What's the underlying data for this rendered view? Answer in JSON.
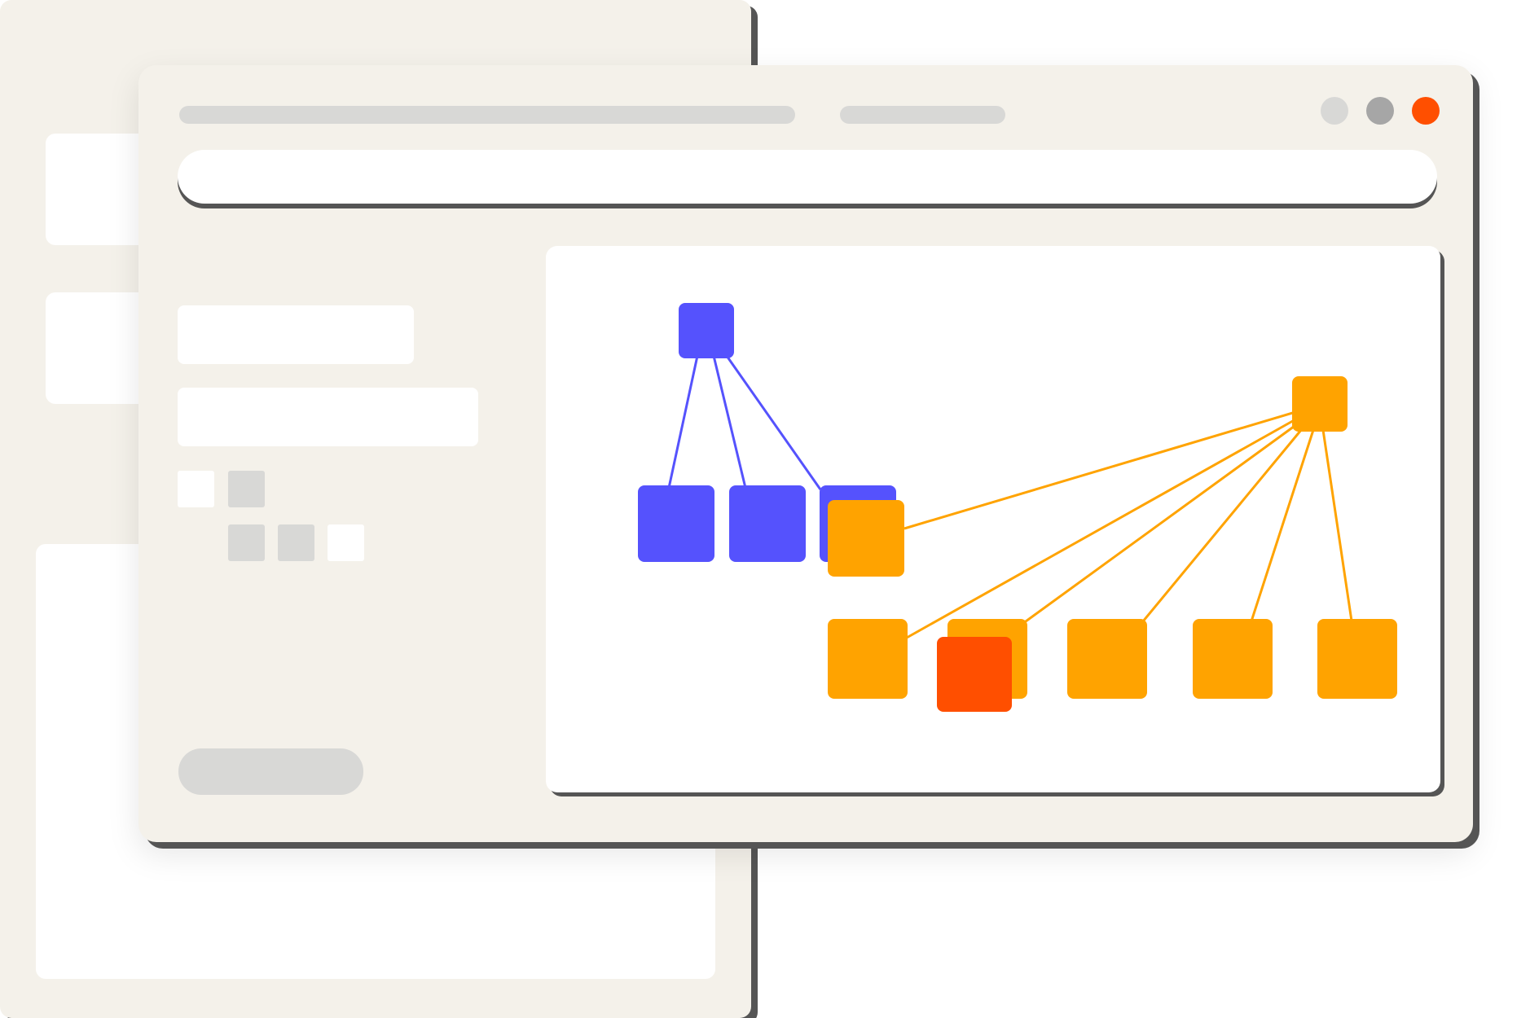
{
  "colors": {
    "window_bg": "#f4f1ea",
    "shadow": "#555555",
    "placeholder_gray": "#d8d8d6",
    "white": "#ffffff",
    "node_blue": "#5552fd",
    "node_orange": "#ffa300",
    "node_red": "#ff4f00"
  },
  "window_controls": [
    {
      "name": "minimize",
      "color": "#d8d8d6"
    },
    {
      "name": "maximize",
      "color": "#a6a6a6"
    },
    {
      "name": "close",
      "color": "#ff4f00"
    }
  ],
  "sidebar": {
    "squares_row1": [
      "#ffffff",
      "#d8d8d6"
    ],
    "squares_row2": [
      "#d8d8d6",
      "#d8d8d6",
      "#ffffff"
    ]
  },
  "graph": {
    "clusters": [
      {
        "name": "blue-tree",
        "root_color": "#5552fd",
        "child_count": 3
      },
      {
        "name": "orange-tree",
        "root_color": "#ffa300",
        "child_count": 6
      }
    ],
    "highlighted_node_color": "#ff4f00"
  }
}
